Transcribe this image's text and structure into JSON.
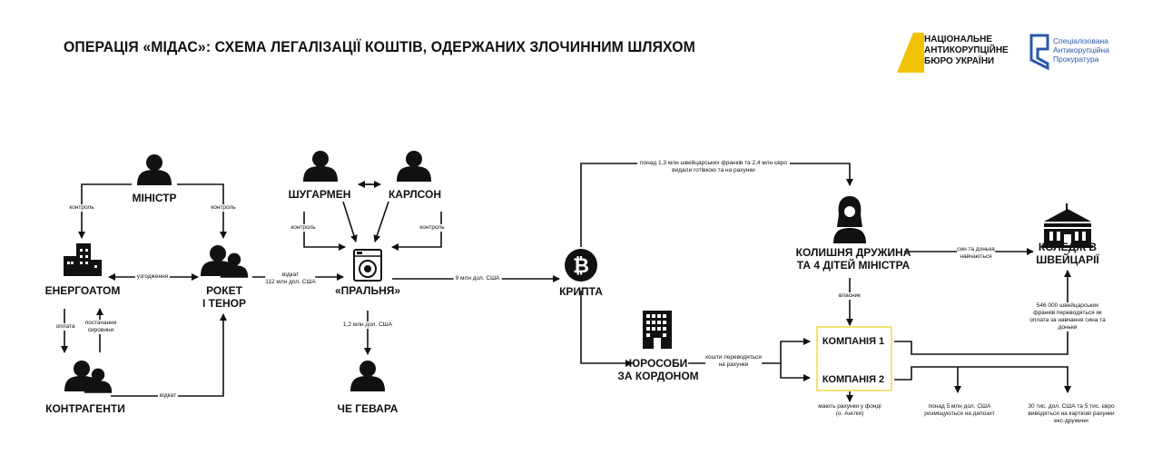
{
  "title": "ОПЕРАЦІЯ «МІДАС»: СХЕМА ЛЕГАЛІЗАЦІЇ КОШТІВ, ОДЕРЖАНИХ ЗЛОЧИННИМ ШЛЯХОМ",
  "logos": {
    "nabu": [
      "НАЦІОНАЛЬНЕ",
      "АНТИКОРУПЦІЙНЕ",
      "БЮРО УКРАЇНИ"
    ],
    "sap": [
      "Спеціалізована",
      "Антикорупційна",
      "Прокуратура"
    ]
  },
  "nodes": {
    "minister": "МІНІСТР",
    "energoatom": "ЕНЕРГОАТОМ",
    "rocket_line1": "РОКЕТ",
    "rocket_line2": "І ТЕНОР",
    "contractors": "КОНТРАГЕНТИ",
    "sugarman": "ШУГАРМЕН",
    "carlson": "КАРЛСОН",
    "laundry": "«ПРАЛЬНЯ»",
    "che": "ЧЕ ГЕВАРА",
    "crypto": "КРИПТА",
    "jurosoby_line1": "ЮРОСОБИ",
    "jurosoby_line2": "ЗА КОРДОНОМ",
    "wife_line1": "КОЛИШНЯ ДРУЖИНА",
    "wife_line2": "ТА 4 ДІТЕЙ МІНІСТРА",
    "college_line1": "КОЛЕДЖ В",
    "college_line2": "ШВЕЙЦАРІЇ",
    "company1": "КОМПАНІЯ 1",
    "company2": "КОМПАНІЯ 2"
  },
  "edges": {
    "control": "контроль",
    "coordination": "узгодження",
    "kickback": "відкат",
    "kickback_112_line1": "відкат",
    "kickback_112_line2": "112 млн дол. США",
    "che_amount": "1,2 млн дол. США",
    "crypto_amount": "9 млн дол. США",
    "bills": "оплата",
    "supply_line1": "постачання",
    "supply_line2": "сировини",
    "top_line1": "понад 1,3 млн швейцарських франків та 2,4 млн євро",
    "top_line2": "видали готівкою та на рахунки",
    "owner": "власник",
    "transfer_line1": "кошти переводяться",
    "transfer_line2": "на рахунки",
    "study_line1": "син та донька",
    "study_line2": "навчаються",
    "tuition": "546 000 швейцарських франків переводяться як оплата за навчання сина та доньки",
    "fund_line1": "мають рахунки у фонді",
    "fund_line2": "(о. Англія)",
    "deposit": "понад 5 млн дол. США розміщуються на депозит",
    "card": "30 тис. дол. США та 5 тис. євро виводяться на карткові рахунки екс-дружини"
  },
  "colors": {
    "accent_yellow": "#f2c300",
    "sap_blue": "#2a58a8",
    "highlight_box": "#f4e27a"
  },
  "icons": [
    "person-icon",
    "two-person-icon",
    "building-icon",
    "washing-machine-icon",
    "bitcoin-icon",
    "office-building-icon",
    "woman-icon",
    "college-icon"
  ]
}
